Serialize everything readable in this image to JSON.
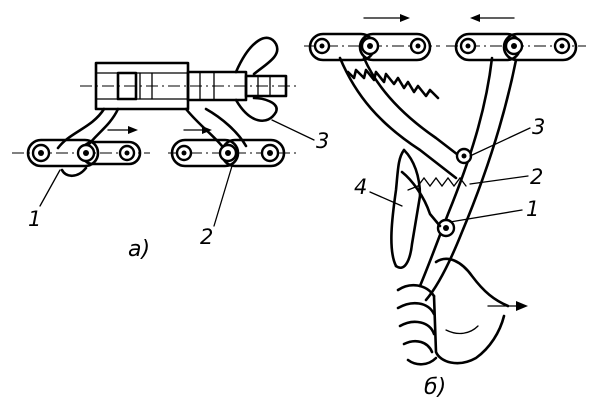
{
  "figure_a": {
    "caption": "а)",
    "labels": {
      "pawl": "1",
      "tension_chain": "2",
      "screw": "3"
    }
  },
  "figure_b": {
    "caption": "б)",
    "labels": {
      "pivot": "3",
      "spring": "2",
      "lever": "1",
      "handle_lever": "4"
    }
  }
}
